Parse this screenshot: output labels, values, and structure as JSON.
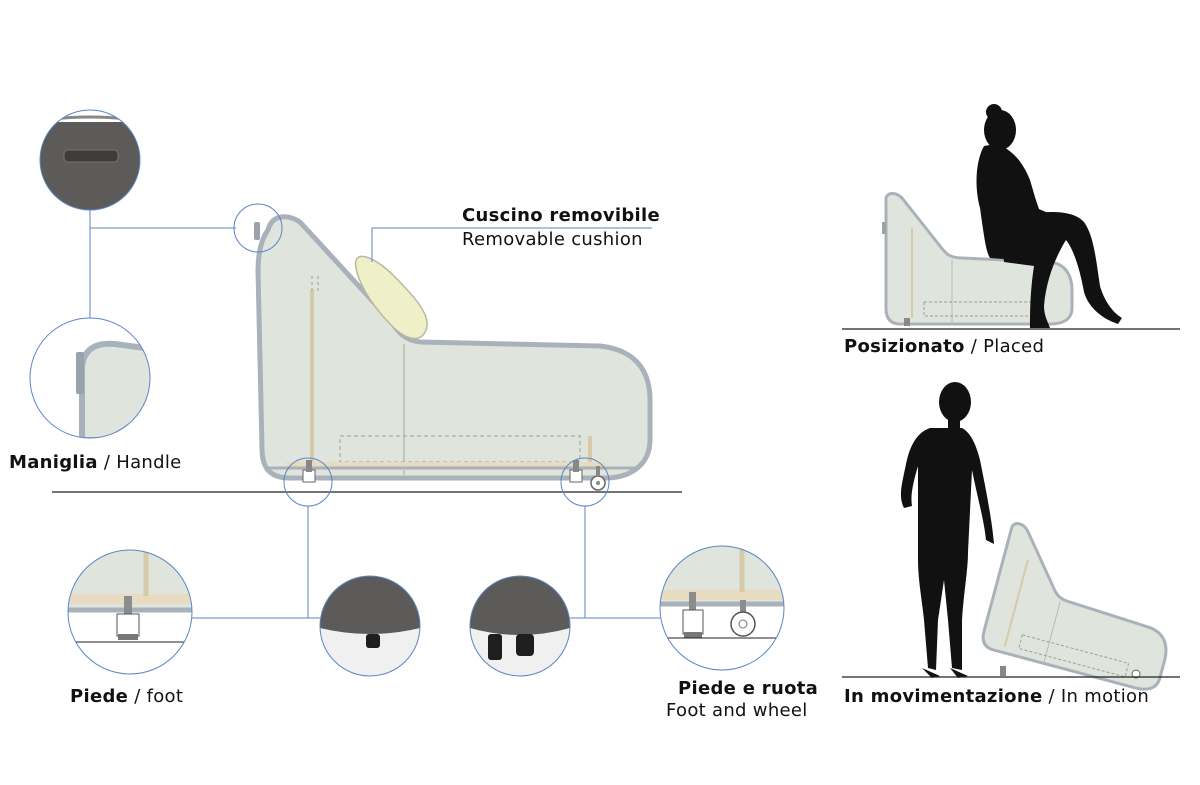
{
  "labels": {
    "handle_it": "Maniglia",
    "handle_en": "Handle",
    "cushion_it": "Cuscino removibile",
    "cushion_en": "Removable cushion",
    "foot_it": "Piede",
    "foot_en": "foot",
    "wheel_it": "Piede e ruota",
    "wheel_en": "Foot and wheel",
    "placed_it": "Posizionato",
    "placed_en": "Placed",
    "motion_it": "In movimentazione",
    "motion_en": "In motion",
    "separator": "/"
  },
  "colors": {
    "body_fill": "#dfe5dc",
    "outline": "#a9b2bb",
    "callout_line": "#5b86c2",
    "cushion_fill": "#efefc8",
    "fabric_dark": "#5d5b59",
    "silhouette": "#111111"
  }
}
